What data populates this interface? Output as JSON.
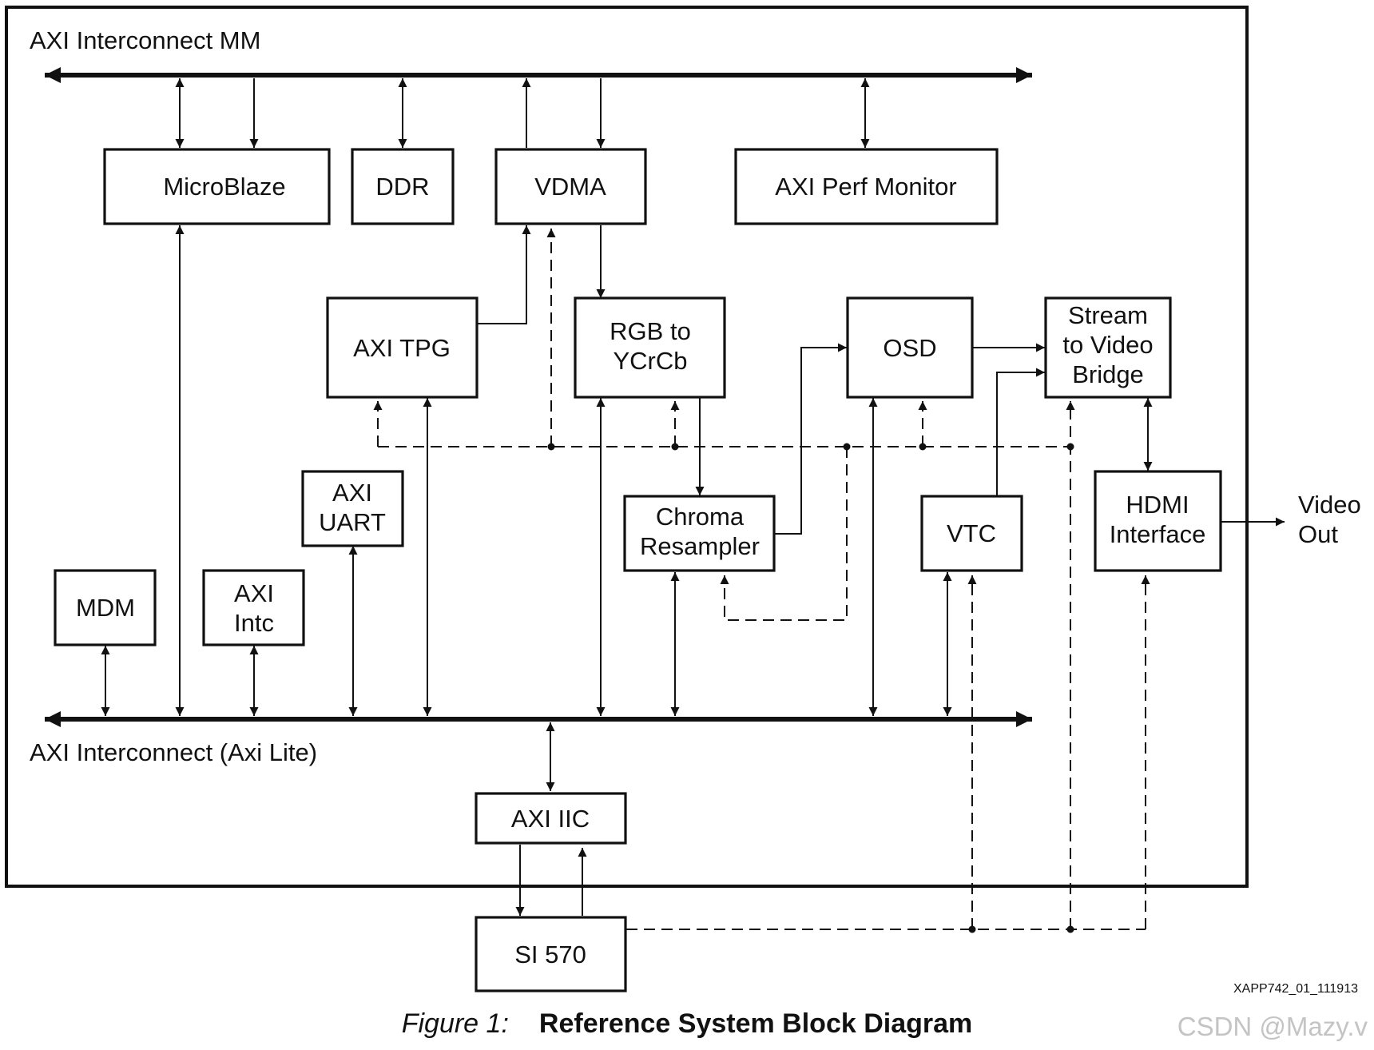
{
  "frame_labels": {
    "mm_bus": "AXI Interconnect MM",
    "lite_bus": "AXI Interconnect (Axi Lite)",
    "video_out": [
      "Video",
      "Out"
    ]
  },
  "blocks": {
    "microblaze": [
      "MicroBlaze"
    ],
    "ddr": [
      "DDR"
    ],
    "vdma": [
      "VDMA"
    ],
    "perf_monitor": [
      "AXI Perf Monitor"
    ],
    "tpg": [
      "AXI TPG"
    ],
    "rgb_ycrcb": [
      "RGB to",
      "YCrCb"
    ],
    "osd": [
      "OSD"
    ],
    "stream_bridge": [
      "Stream",
      "to Video",
      "Bridge"
    ],
    "uart": [
      "AXI",
      "UART"
    ],
    "chroma": [
      "Chroma",
      "Resampler"
    ],
    "vtc": [
      "VTC"
    ],
    "hdmi": [
      "HDMI",
      "Interface"
    ],
    "mdm": [
      "MDM"
    ],
    "intc": [
      "AXI",
      "Intc"
    ],
    "iic": [
      "AXI IIC"
    ],
    "si570": [
      "SI 570"
    ]
  },
  "figure_code": "XAPP742_01_111913",
  "caption": {
    "number": "Figure 1:",
    "title": "Reference System Block Diagram"
  },
  "watermark": "CSDN @Mazy.v"
}
